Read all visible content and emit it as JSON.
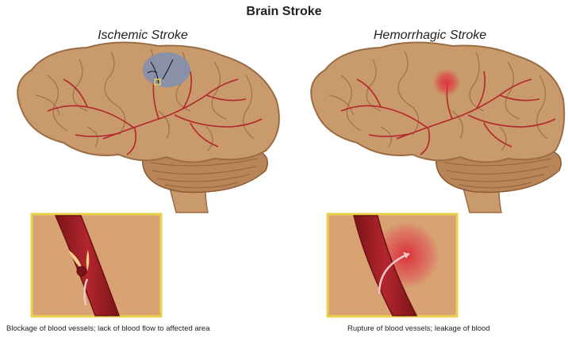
{
  "title": "Brain Stroke",
  "panels": [
    {
      "subtitle": "Ischemic Stroke",
      "caption": "Blockage of blood vessels; lack of blood flow to affected area"
    },
    {
      "subtitle": "Hemorrhagic Stroke",
      "caption": "Rupture of blood vessels; leakage of blood"
    }
  ],
  "colors": {
    "brain": "#c99a6c",
    "brain_outline": "#9b6d45",
    "cerebellum": "#b88559",
    "vessel": "#b3262e",
    "vessel_dark": "#7a1418",
    "clot_zone": "#7f8fb3",
    "bleed": "#e0313f",
    "inset_border": "#e8d24a",
    "inset_bg": "#d8a272",
    "plaque": "#f0d28a"
  }
}
